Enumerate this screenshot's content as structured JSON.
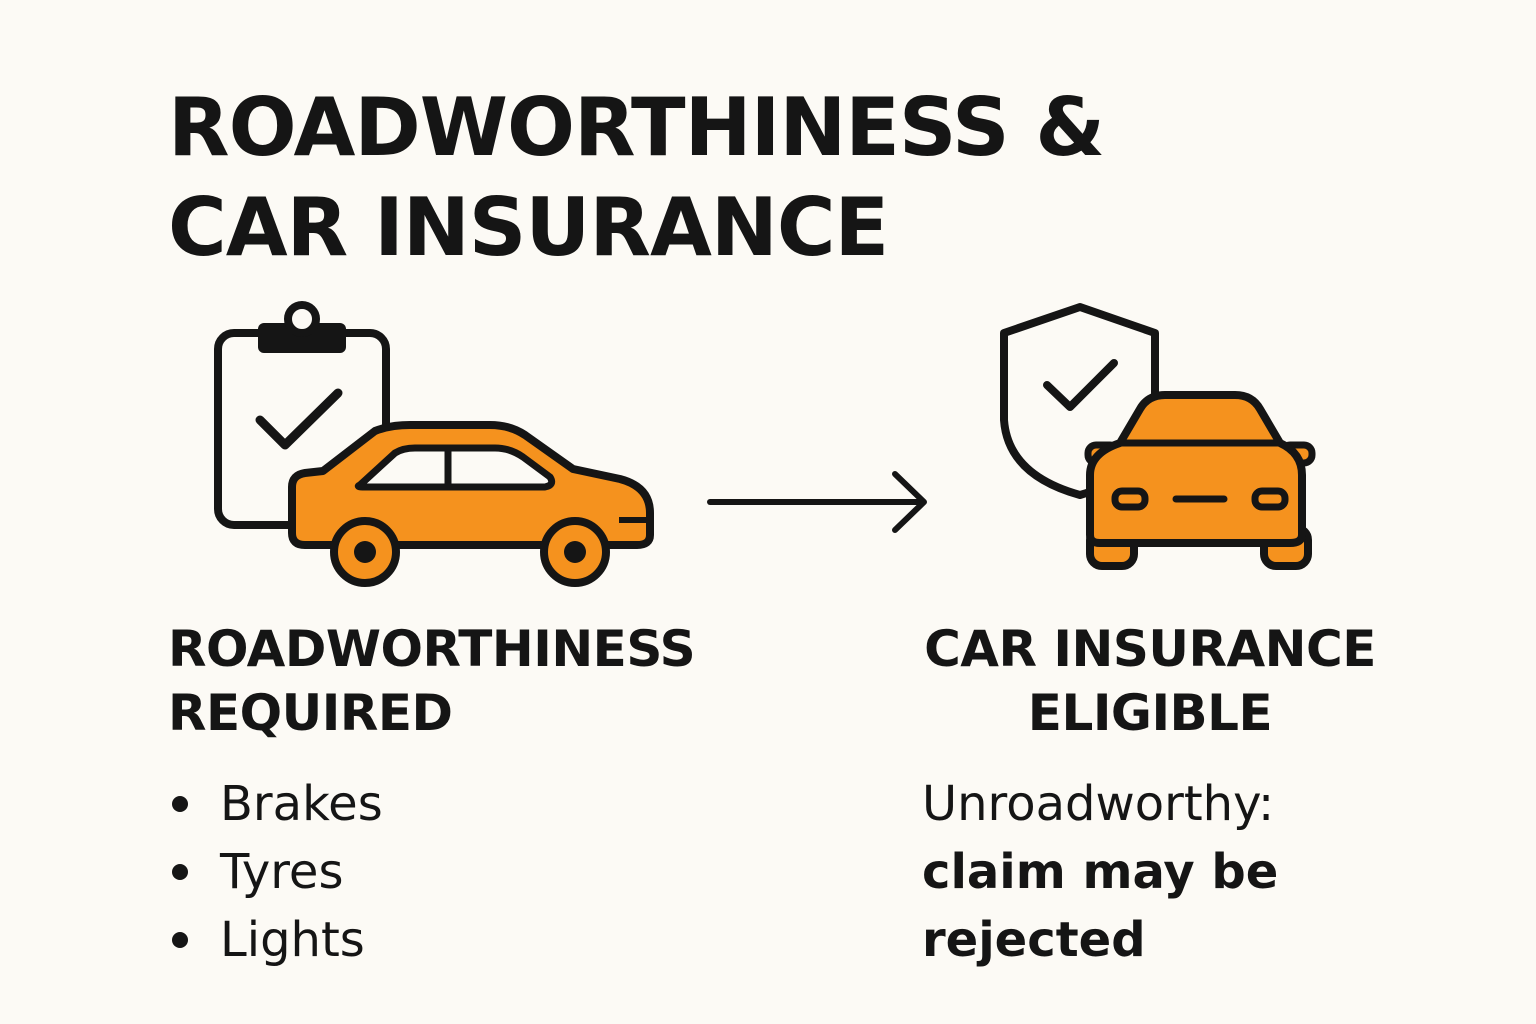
{
  "title": {
    "line1": "ROADWORTHINESS &",
    "line2": "CAR INSURANCE"
  },
  "left_panel": {
    "label_line1": "ROADWORTHINESS",
    "label_line2": "REQUIRED",
    "bullets": [
      "Brakes",
      "Tyres",
      "Lights"
    ],
    "icons": [
      "clipboard-check-icon",
      "car-side-icon"
    ]
  },
  "right_panel": {
    "label_line1": "CAR INSURANCE",
    "label_line2": "ELIGIBLE",
    "note_line1": "Unroadworthy:",
    "note_line2": "claim may be",
    "note_line3": "rejected",
    "icons": [
      "shield-check-icon",
      "car-front-icon"
    ]
  },
  "connector": "arrow-right-icon",
  "colors": {
    "background": "#fcfaf5",
    "ink": "#151515",
    "accent_orange": "#f5921e"
  }
}
